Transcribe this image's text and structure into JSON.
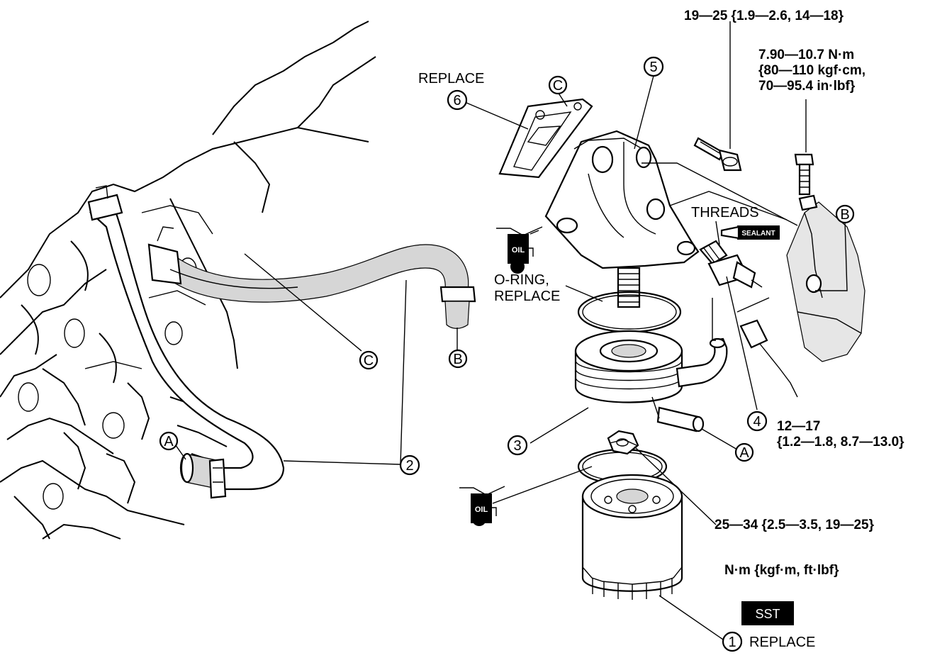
{
  "callouts": {
    "c1": "1",
    "c2": "2",
    "c3": "3",
    "c4": "4",
    "c5": "5",
    "c6": "6"
  },
  "letters": {
    "A": "A",
    "B": "B",
    "C": "C"
  },
  "labels": {
    "replace_gasket": "REPLACE",
    "threads": "THREADS",
    "oring_line1": "O-RING,",
    "oring_line2": "REPLACE",
    "replace_filter": "REPLACE",
    "oil": "OIL",
    "sealant": "SEALANT",
    "sst": "SST"
  },
  "torques": {
    "bolt_top": "19—25 {1.9—2.6, 14—18}",
    "bolt_right_1": "7.90—10.7 N·m",
    "bolt_right_2": "{80—110 kgf·cm,",
    "bolt_right_3": "70—95.4 in·lbf}",
    "switch_1": "12—17",
    "switch_2": "{1.2—1.8, 8.7—13.0}",
    "nut": "25—34 {2.5—3.5, 19—25}",
    "units": "N·m {kgf·m, ft·lbf}"
  }
}
